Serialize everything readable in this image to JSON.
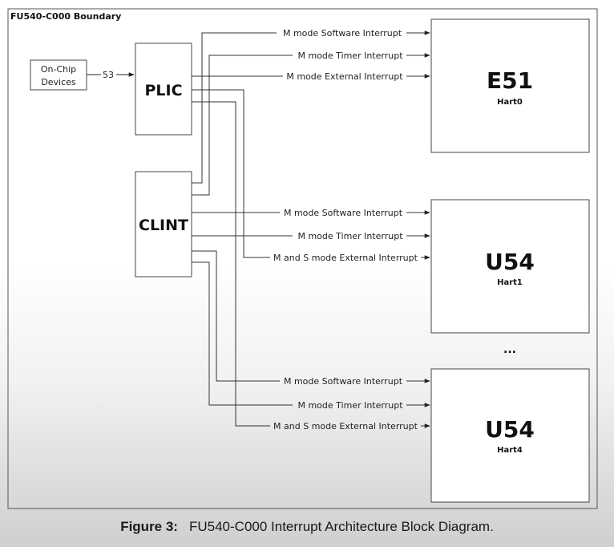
{
  "boundary_label": "FU540-C000 Boundary",
  "devices": {
    "line1": "On-Chip",
    "line2": "Devices",
    "bus_count": "53"
  },
  "plic": "PLIC",
  "clint": "CLINT",
  "harts": [
    {
      "name": "E51",
      "sub": "Hart0"
    },
    {
      "name": "U54",
      "sub": "Hart1"
    },
    {
      "name": "U54",
      "sub": "Hart4"
    }
  ],
  "ellipsis": "...",
  "signals": {
    "hart0": [
      "M mode Software Interrupt",
      "M mode Timer Interrupt",
      "M mode External Interrupt"
    ],
    "hart1": [
      "M mode Software Interrupt",
      "M mode Timer Interrupt",
      "M and S mode External Interrupt"
    ],
    "hart4": [
      "M mode Software Interrupt",
      "M mode Timer Interrupt",
      "M and S mode External Interrupt"
    ]
  },
  "caption": {
    "label": "Figure 3:",
    "text": "FU540-C000 Interrupt Architecture Block Diagram."
  }
}
